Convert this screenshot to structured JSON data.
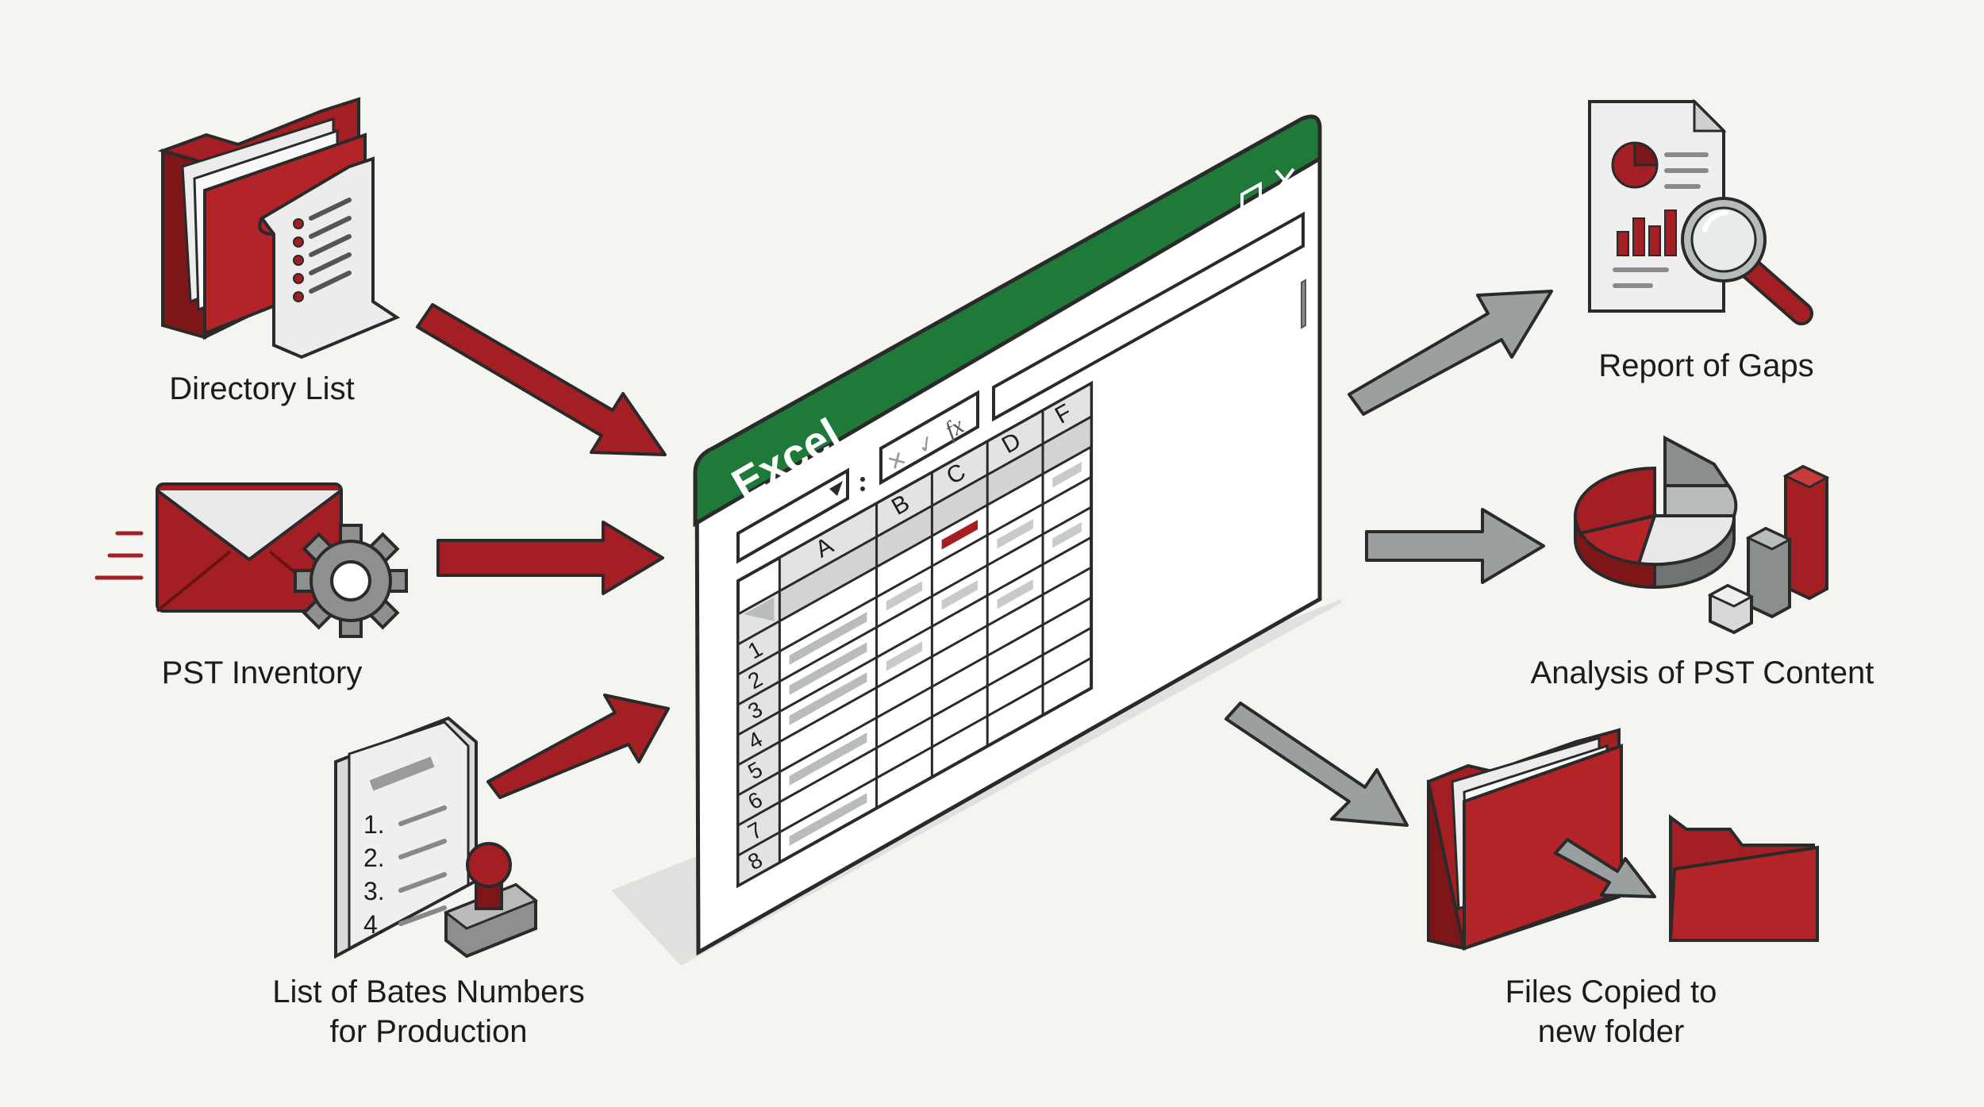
{
  "inputs": {
    "directory_list": "Directory List",
    "pst_inventory": "PST Inventory",
    "bates_line1": "List of Bates Numbers",
    "bates_line2": "for Production",
    "bates_items": [
      "1.",
      "2.",
      "3.",
      "4."
    ]
  },
  "outputs": {
    "report_of_gaps": "Report of Gaps",
    "analysis_pst": "Analysis of PST Content",
    "files_line1": "Files Copied to",
    "files_line2": "new folder"
  },
  "excel": {
    "title": "Excel",
    "columns": [
      "A",
      "B",
      "C",
      "D",
      "F"
    ],
    "rows": [
      "1",
      "2",
      "3",
      "4",
      "5",
      "6",
      "7",
      "8"
    ],
    "formula_icons": [
      "✕",
      "✓",
      "fx"
    ],
    "window_controls": [
      "—",
      "☐",
      "✕"
    ]
  },
  "colors": {
    "accent_red": "#a31f23",
    "excel_green": "#1f7a3a",
    "arrow_gray": "#9aa0a0",
    "background": "#f4f4f0"
  }
}
